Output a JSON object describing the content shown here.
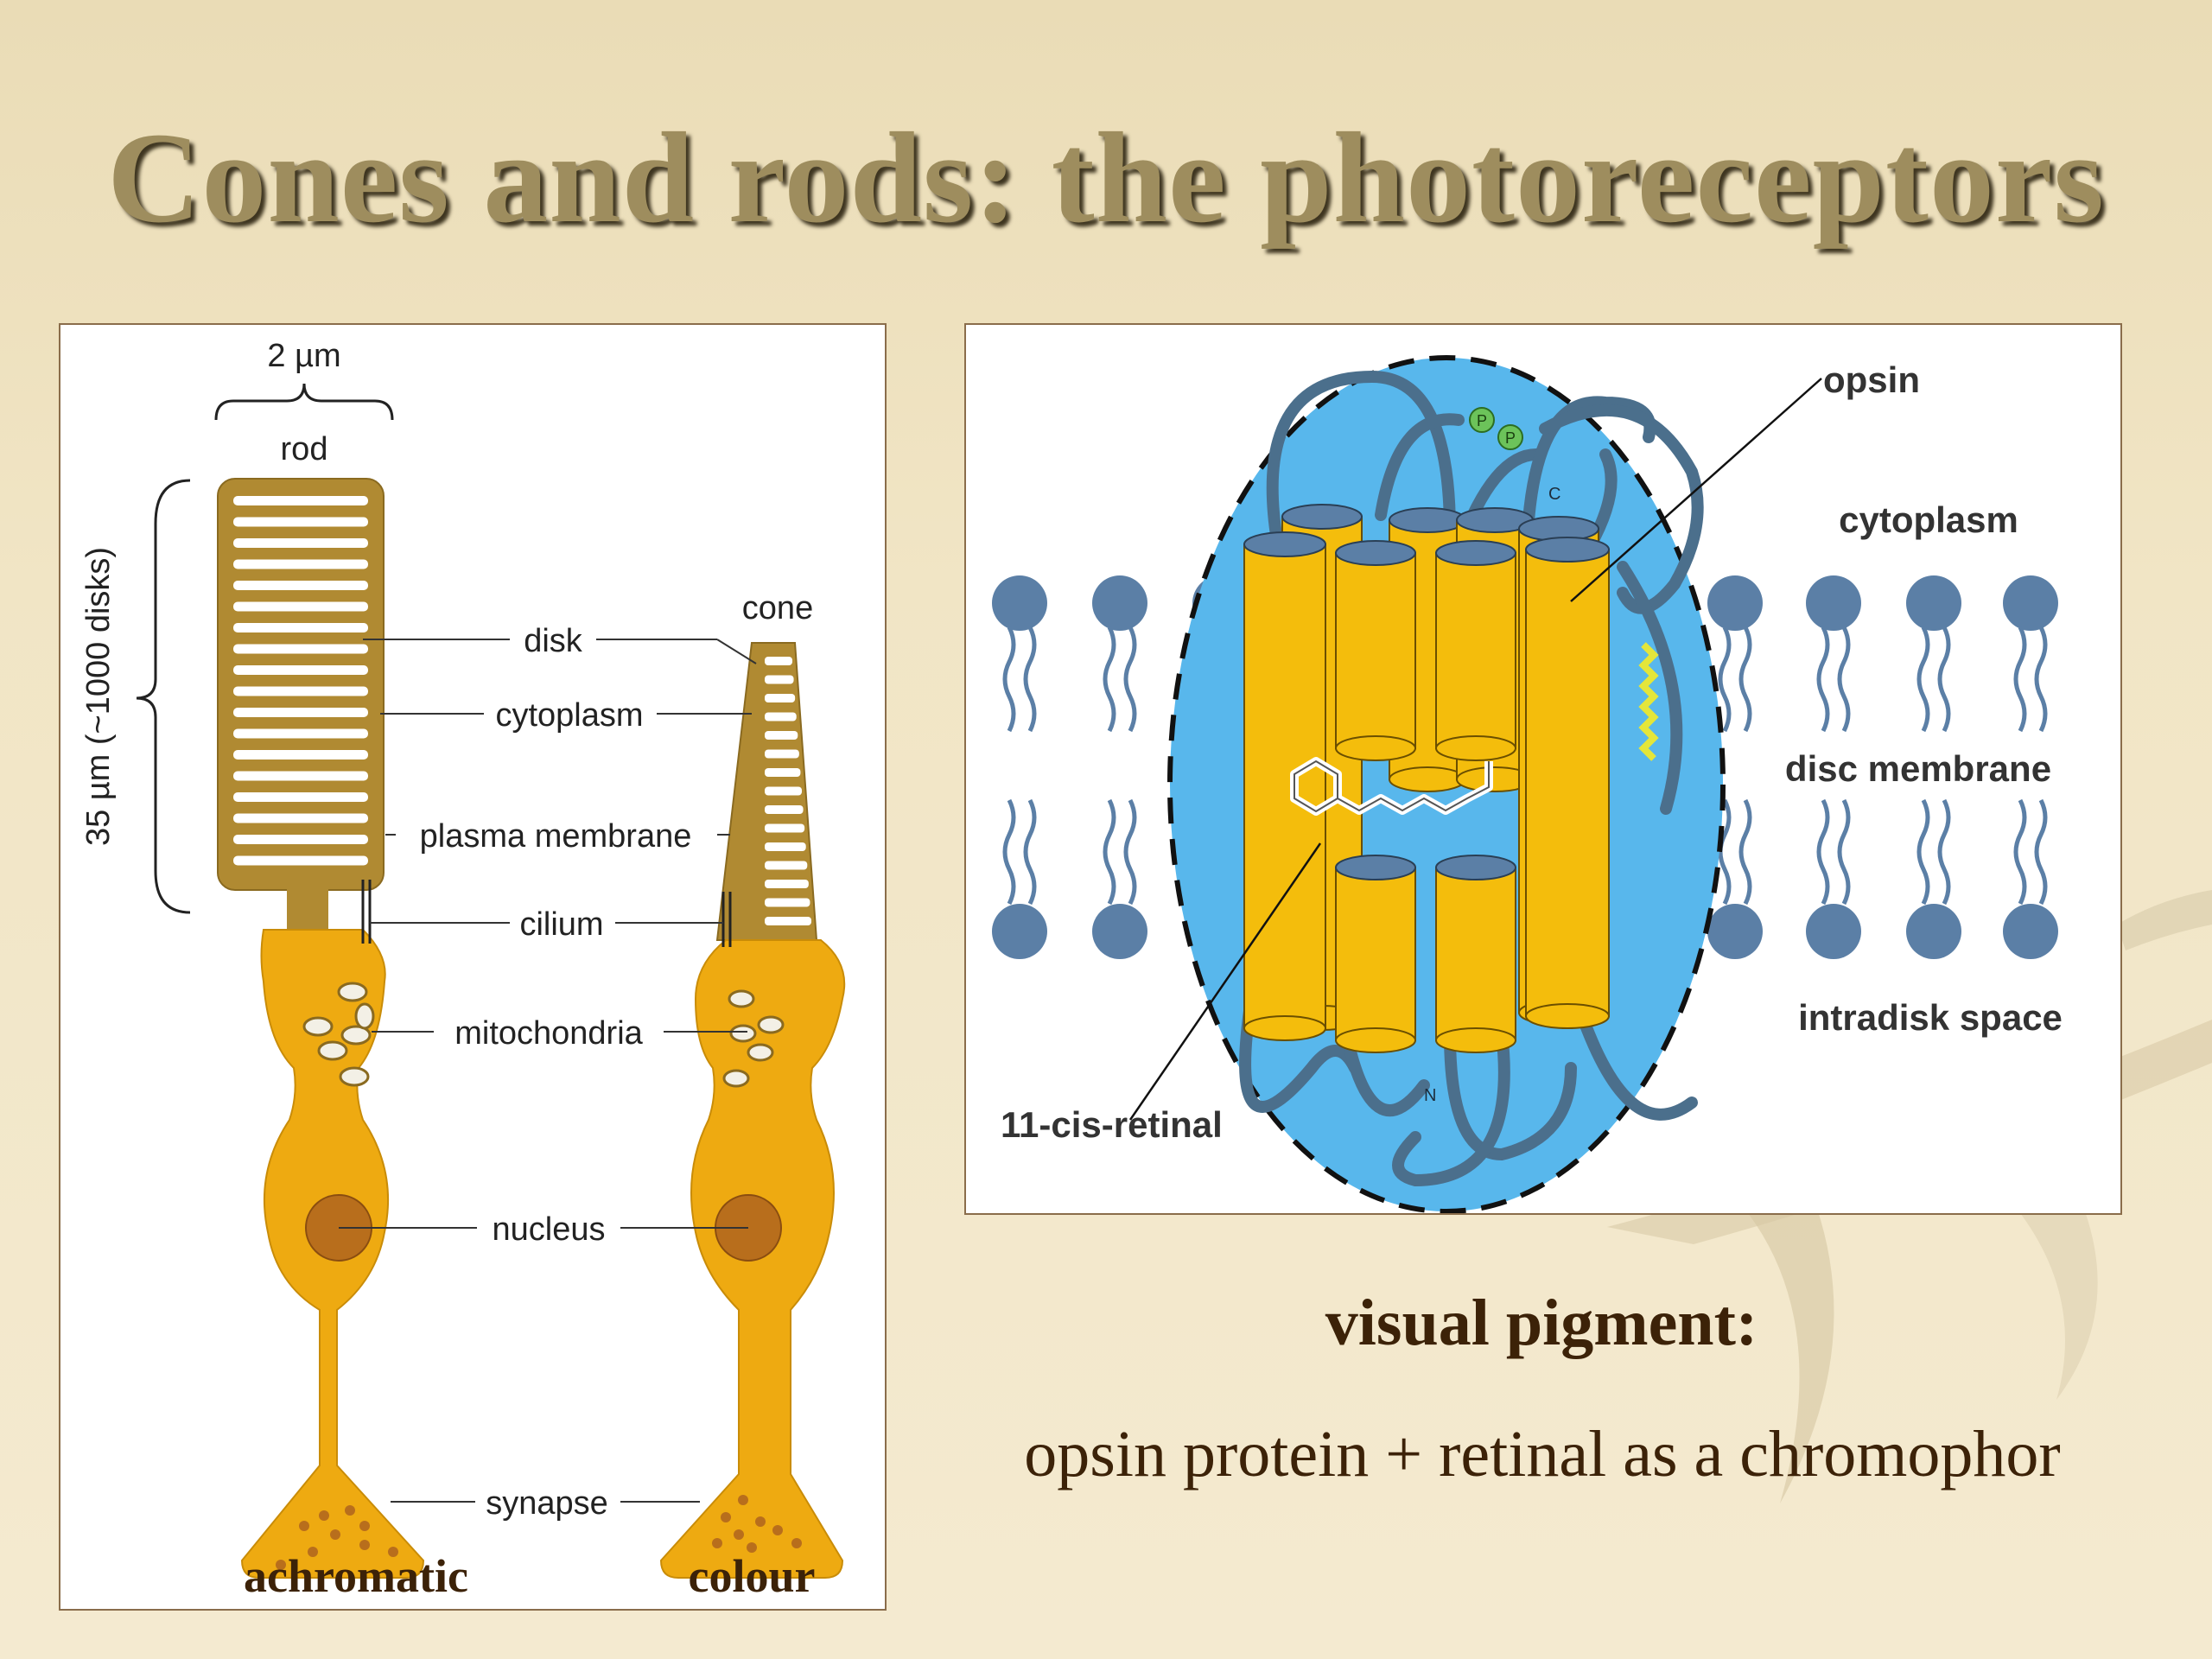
{
  "slide": {
    "title": "Cones and rods: the photoreceptors"
  },
  "left_diagram": {
    "width_label": "2 µm",
    "rod_label": "rod",
    "length_label": "35 µm (~1000 disks)",
    "cone_label": "cone",
    "parts": [
      "disk",
      "cytoplasm",
      "plasma membrane",
      "cilium",
      "mitochondria",
      "nucleus",
      "synapse"
    ],
    "rod_caption": "achromatic",
    "cone_caption": "colour"
  },
  "right_diagram": {
    "labels": {
      "opsin": "opsin",
      "cytoplasm": "cytoplasm",
      "disc_membrane": "disc membrane",
      "intradisk_space": "intradisk space",
      "retinal": "11-cis-retinal",
      "c_terminus": "C",
      "n_terminus": "N",
      "phosphate": "P"
    }
  },
  "captions": {
    "heading": "visual pigment:",
    "text": "opsin protein + retinal as a chromophor"
  },
  "colors": {
    "rod_outer": "#b08a32",
    "cell_body": "#eeaa11",
    "nucleus": "#b86e1c",
    "membrane_fill": "#58b7ec",
    "helix": "#f4bd0c",
    "lipid": "#5b7fa6"
  }
}
